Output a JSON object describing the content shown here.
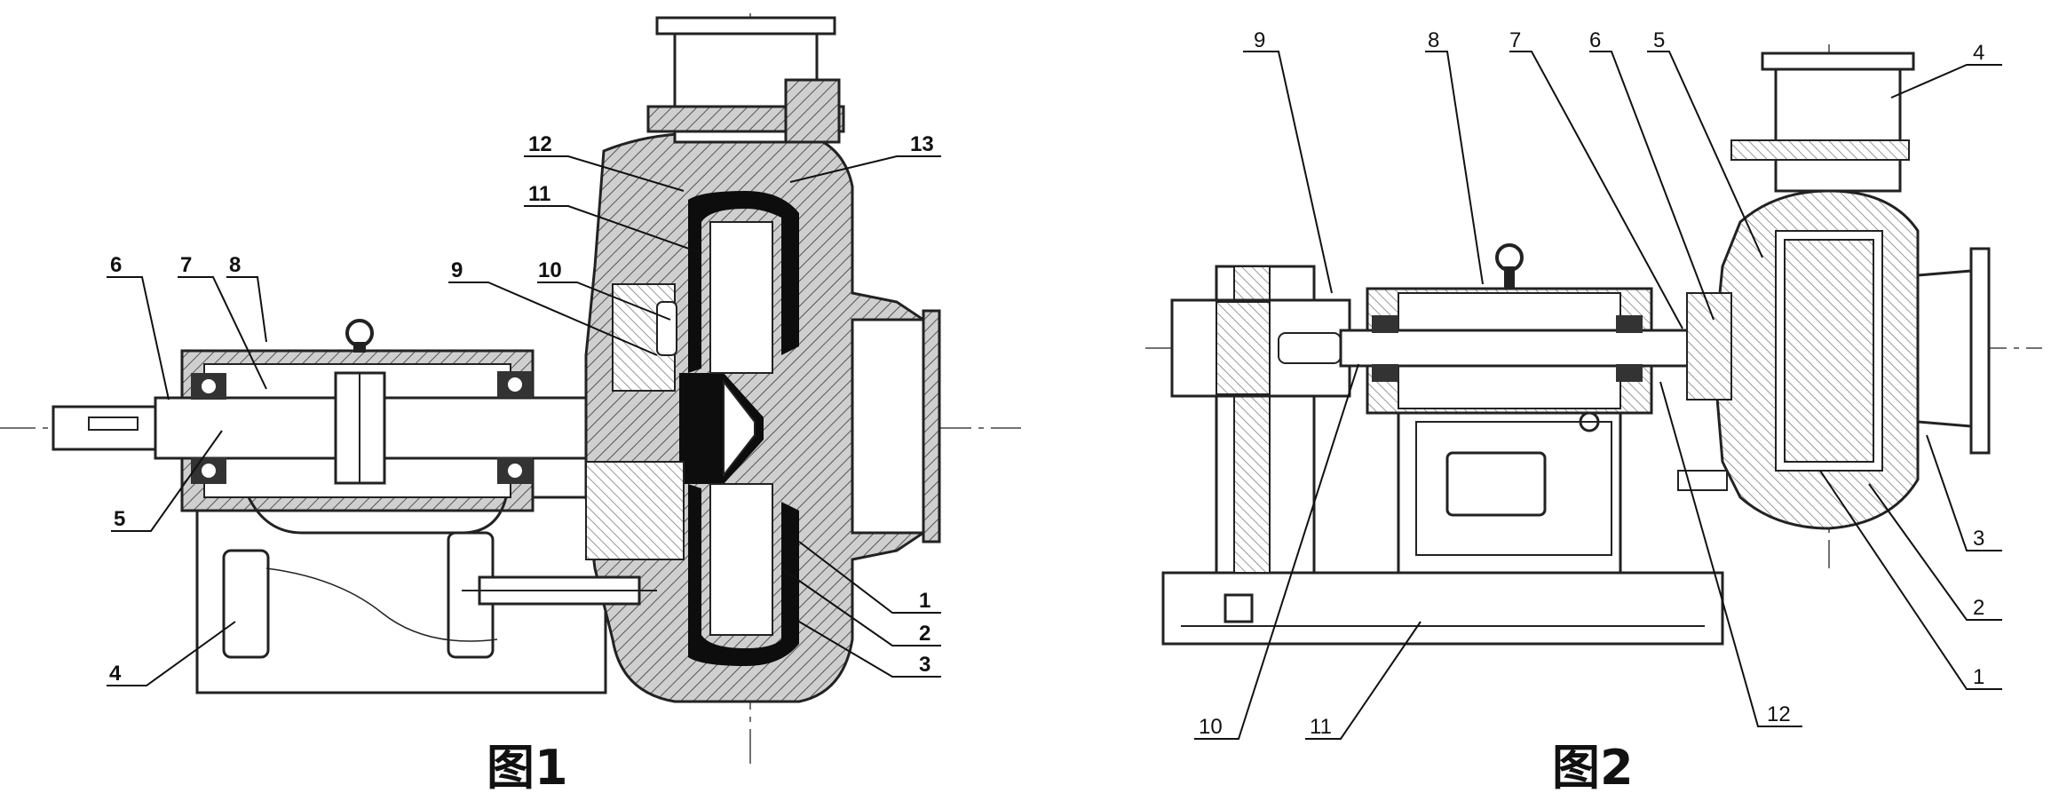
{
  "figures": [
    {
      "caption": "图1",
      "labels": [
        "1",
        "2",
        "3",
        "4",
        "5",
        "6",
        "7",
        "8",
        "9",
        "10",
        "11",
        "12",
        "13"
      ]
    },
    {
      "caption": "图2",
      "labels": [
        "1",
        "2",
        "3",
        "4",
        "5",
        "6",
        "7",
        "8",
        "9",
        "10",
        "11",
        "12"
      ]
    }
  ],
  "colors": {
    "ink": "#111111",
    "rubber_lining": "#0d0d0d",
    "hatch": "#333333",
    "paper": "#ffffff"
  }
}
